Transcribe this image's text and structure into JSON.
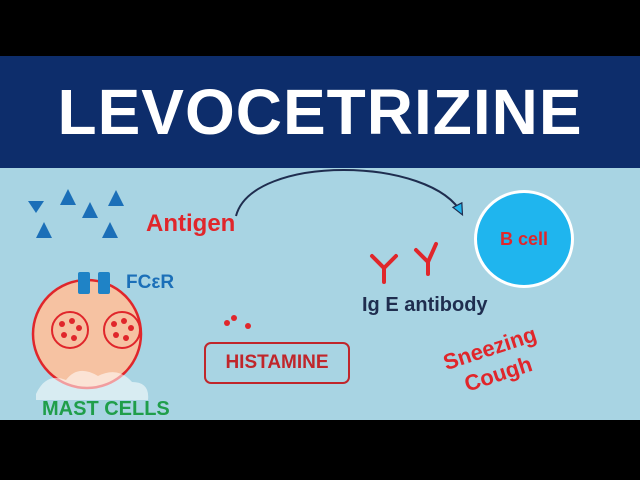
{
  "title": "LEVOCETRIZINE",
  "colors": {
    "title_background": "#0d2d6b",
    "title_text": "#ffffff",
    "canvas_background": "#a8d4e3",
    "antigen": "#1b6fb8",
    "red_label": "#e0262b",
    "b_cell_fill": "#1fb5ee",
    "mast_cell_fill": "#f6c2a2",
    "mast_cell_border": "#e0262b",
    "mast_label": "#1f9e4a",
    "receptor": "#1f83c6"
  },
  "diagram": {
    "antigen_label": "Antigen",
    "b_cell_label": "B cell",
    "antibody_label": "Ig E antibody",
    "receptor_label": "FCεR",
    "mast_cells_label": "MAST CELLS",
    "histamine_label": "HISTAMINE",
    "symptoms": [
      "Sneezing",
      "Cough"
    ],
    "icons": {
      "antigen": "triangle-icon",
      "antibody": "y-shaped-antibody-icon",
      "granule": "dot-icon",
      "arrow": "curved-arrow-icon"
    }
  }
}
